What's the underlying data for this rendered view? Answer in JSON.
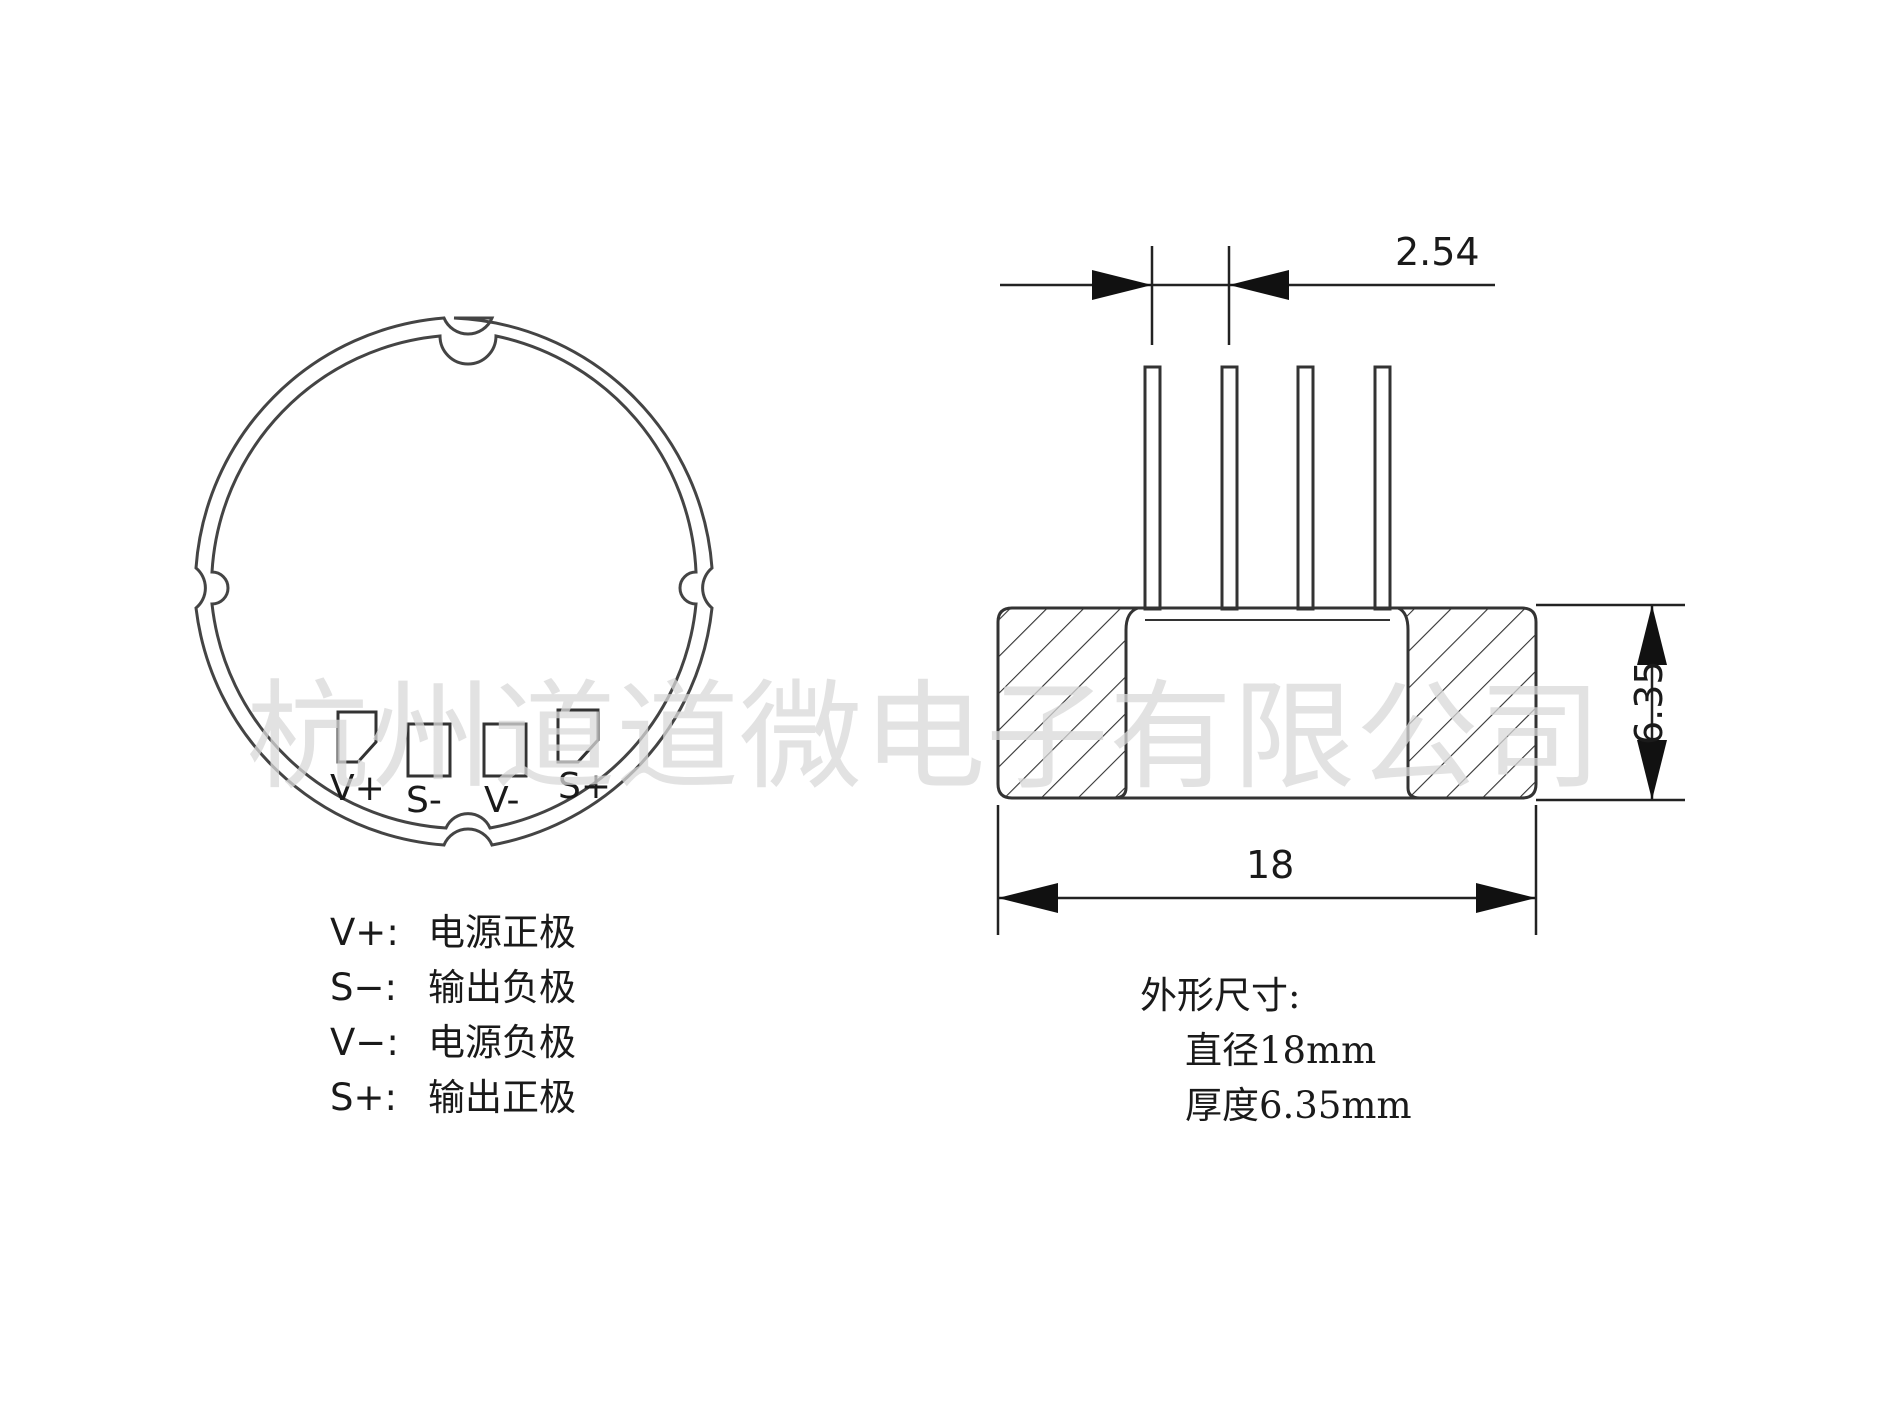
{
  "watermark": "杭州道道微电子有限公司",
  "pads": [
    {
      "label": "V+"
    },
    {
      "label": "S-"
    },
    {
      "label": "V-"
    },
    {
      "label": "S+"
    }
  ],
  "legend": [
    {
      "pin": "V+:",
      "desc": "电源正极"
    },
    {
      "pin": "S−:",
      "desc": "输出负极"
    },
    {
      "pin": "V−:",
      "desc": "电源负极"
    },
    {
      "pin": "S+:",
      "desc": "输出正极"
    }
  ],
  "dimensions": {
    "pin_pitch": "2.54",
    "thickness": "6.35",
    "diameter": "18"
  },
  "spec": {
    "title": "外形尺寸:",
    "diameter_line": "直径18mm",
    "thickness_line": "厚度6.35mm"
  }
}
